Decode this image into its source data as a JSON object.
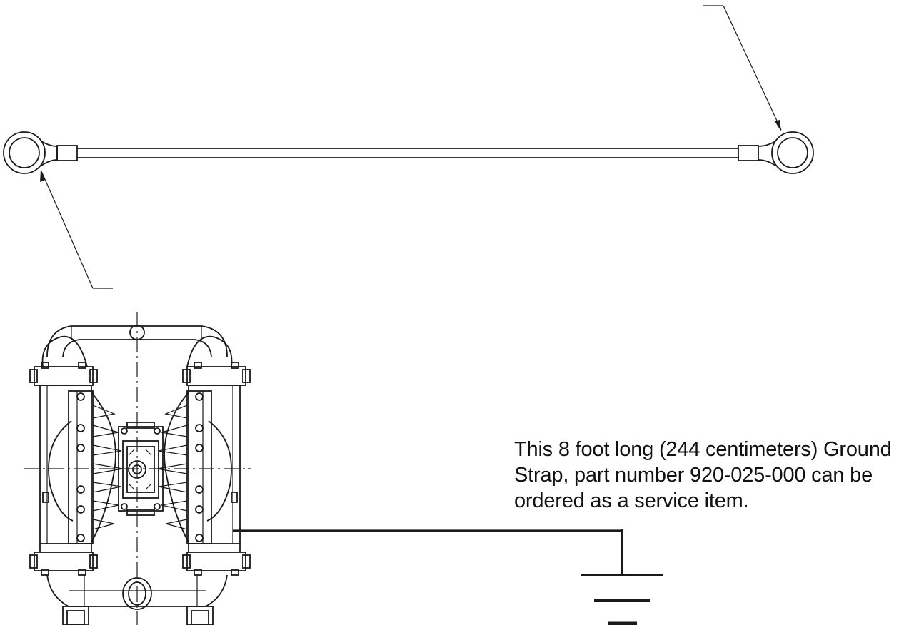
{
  "caption": {
    "line1": "This 8 foot long (244 centimeters) Ground",
    "line2": "Strap, part number 920-025-000 can be",
    "line3": "ordered as a service item."
  },
  "icons": {
    "ground_symbol": "ground-symbol-icon",
    "ring_terminal": "ring-terminal-icon",
    "pump": "diaphragm-pump-drawing"
  },
  "colors": {
    "line": "#1a1a1a",
    "background": "#ffffff"
  }
}
